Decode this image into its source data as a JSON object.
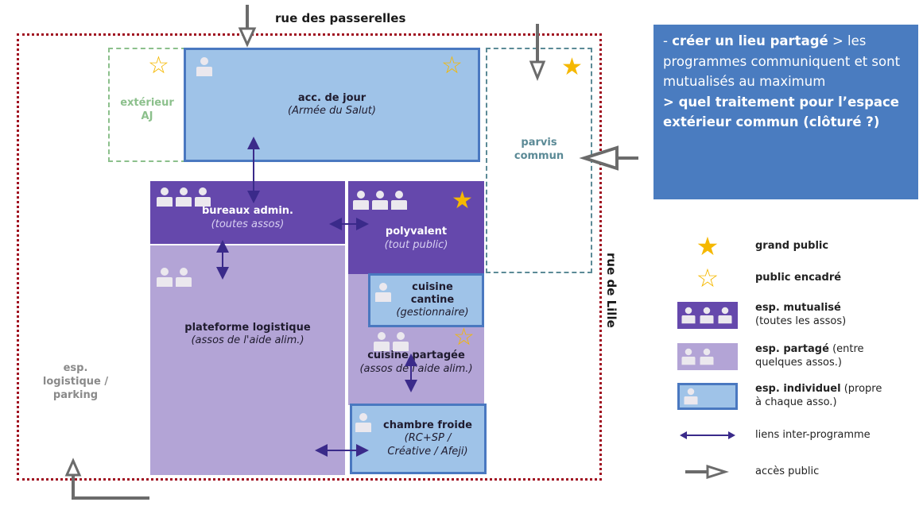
{
  "streets": {
    "top": "rue des passerelles",
    "right": "rue de Lille"
  },
  "zones": {
    "exterieur_aj": {
      "title": "extérieur",
      "subtitle": "AJ"
    },
    "acc_de_jour": {
      "title": "acc. de jour",
      "subtitle": "(Armée du Salut)"
    },
    "parvis": {
      "title": "parvis",
      "subtitle": "commun"
    },
    "bureaux": {
      "title": "bureaux admin.",
      "subtitle": "(toutes assos)"
    },
    "polyvalent": {
      "title": "polyvalent",
      "subtitle": "(tout public)"
    },
    "plateforme": {
      "title": "plateforme logistique",
      "subtitle": "(assos de l'aide alim.)"
    },
    "cuisine_cantine": {
      "title_1": "cuisine",
      "title_2": "cantine",
      "subtitle": "(gestionnaire)"
    },
    "cuisine_partagee": {
      "title": "cuisine partagée",
      "subtitle": "(assos de l'aide alim.)"
    },
    "chambre_froide": {
      "title": "chambre froide",
      "subtitle_1": "(RC+SP /",
      "subtitle_2": "Créative / Afeji)"
    },
    "parking": {
      "line1": "esp.",
      "line2": "logistique /",
      "line3": "parking"
    }
  },
  "note": {
    "part1_prefix": "- ",
    "part1_bold": "créer un lieu partagé",
    "part1_rest": " > les programmes communiquent et sont mutualisés au maximum",
    "part2_bold": "> quel traitement pour l’espace extérieur commun (clôturé ?)"
  },
  "legend": {
    "grand_public": "grand public",
    "public_encadre": "public encadré",
    "mutualise_bold": "esp. mutualisé",
    "mutualise_rest": "(toutes les assos)",
    "partage_bold": "esp. partagé",
    "partage_rest": " (entre quelques assos.)",
    "individuel_bold": "esp. individuel",
    "individuel_rest": " (propre à chaque asso.)",
    "liens": "liens inter-programme",
    "acces": "accès public"
  },
  "colors": {
    "individuel_fill": "#9fc3e8",
    "individuel_border": "#4a78c0",
    "mutualise": "#6548ac",
    "partage": "#b3a4d6",
    "star": "#f5b800",
    "site_border": "#a01020",
    "link_arrow": "#3a2a8a",
    "access_arrow": "#6b6b6b",
    "note_bg": "#4a7cc0"
  }
}
